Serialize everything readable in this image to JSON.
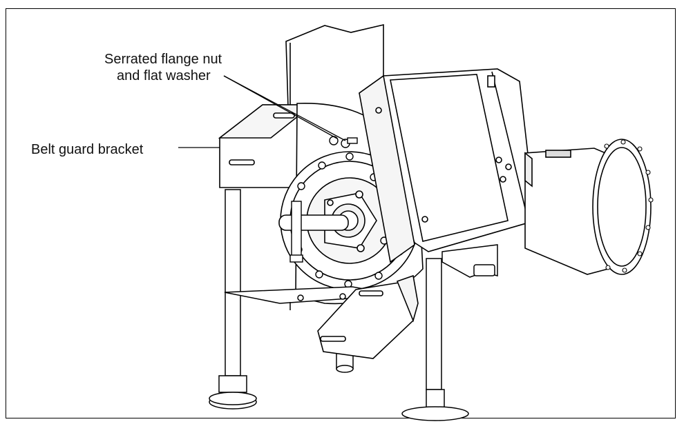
{
  "callouts": {
    "flange_nut_line1": "Serrated flange nut",
    "flange_nut_line2": "and flat washer",
    "belt_guard": "Belt guard bracket"
  },
  "colors": {
    "line": "#000000",
    "fill": "#ffffff",
    "shade": "#e9e9e9",
    "dark": "#cfcfcf"
  }
}
